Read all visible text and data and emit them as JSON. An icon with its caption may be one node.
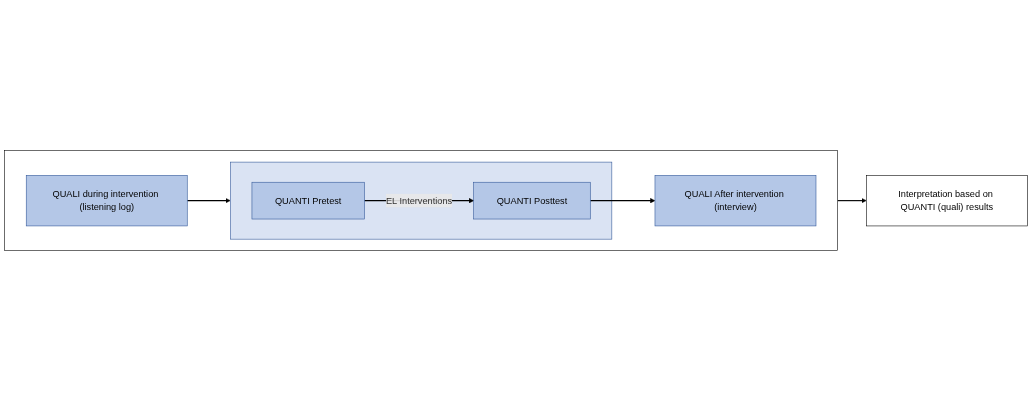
{
  "diagram": {
    "nodes": [
      {
        "text": [],
        "shape": "box"
      },
      {
        "text": [],
        "shape": "box",
        "in": 0
      },
      {
        "text": [
          "QUANTI Pretest"
        ],
        "in": 1
      },
      {
        "text": [
          "QUANTI Posttest"
        ],
        "in": 1
      },
      {
        "text": [
          "QUALI After intervention (interview)"
        ],
        "in": 0
      },
      {
        "text": [
          "QUALI during intervention (listening log)"
        ],
        "in": 0
      },
      {
        "text": [
          "Interpretation based on QUANTI (quali) results"
        ]
      }
    ],
    "edges": [
      {
        "from": 2,
        "to": 3,
        "arrow": "to",
        "label": "EL Interventions"
      },
      {
        "from": 3,
        "to": 4,
        "arrow": "to"
      },
      {
        "from": 5,
        "to": 1,
        "arrow": "to"
      },
      {
        "from": 0,
        "to": 6,
        "arrow": "to"
      }
    ]
  }
}
